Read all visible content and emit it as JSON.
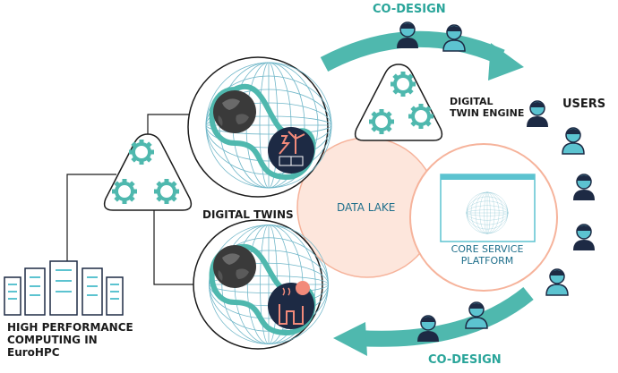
{
  "labels": {
    "co_design_top": "CO-DESIGN",
    "co_design_bottom": "CO-DESIGN",
    "digital_twin_engine": [
      "DIGITAL",
      "TWIN ENGINE"
    ],
    "users": "USERS",
    "digital_twins": "DIGITAL TWINS",
    "data_lake": "DATA LAKE",
    "core_service_platform": [
      "CORE SERVICE",
      "PLATFORM"
    ],
    "hpc": [
      "HIGH PERFORMANCE",
      "COMPUTING IN",
      "EuroHPC"
    ]
  },
  "colors": {
    "teal": "#4fb8ae",
    "teal_dark": "#2aa59a",
    "navy": "#1d2a44",
    "grid": "#6fb6c8",
    "salmon": "#f6b39b",
    "salmon_fill": "#fde6dc",
    "platform_blue": "#1f6f8b",
    "dark": "#1b1b1b",
    "skin": "#5cc3d0"
  },
  "icons": {
    "twin_top_inset": "wind-turbine-solar-lightning-icon",
    "twin_bottom_inset": "city-factory-sun-icon",
    "earth": "earth-globe-icon",
    "gears": "gear-icon",
    "servers": "server-rack-icon",
    "people": "person-icon"
  }
}
